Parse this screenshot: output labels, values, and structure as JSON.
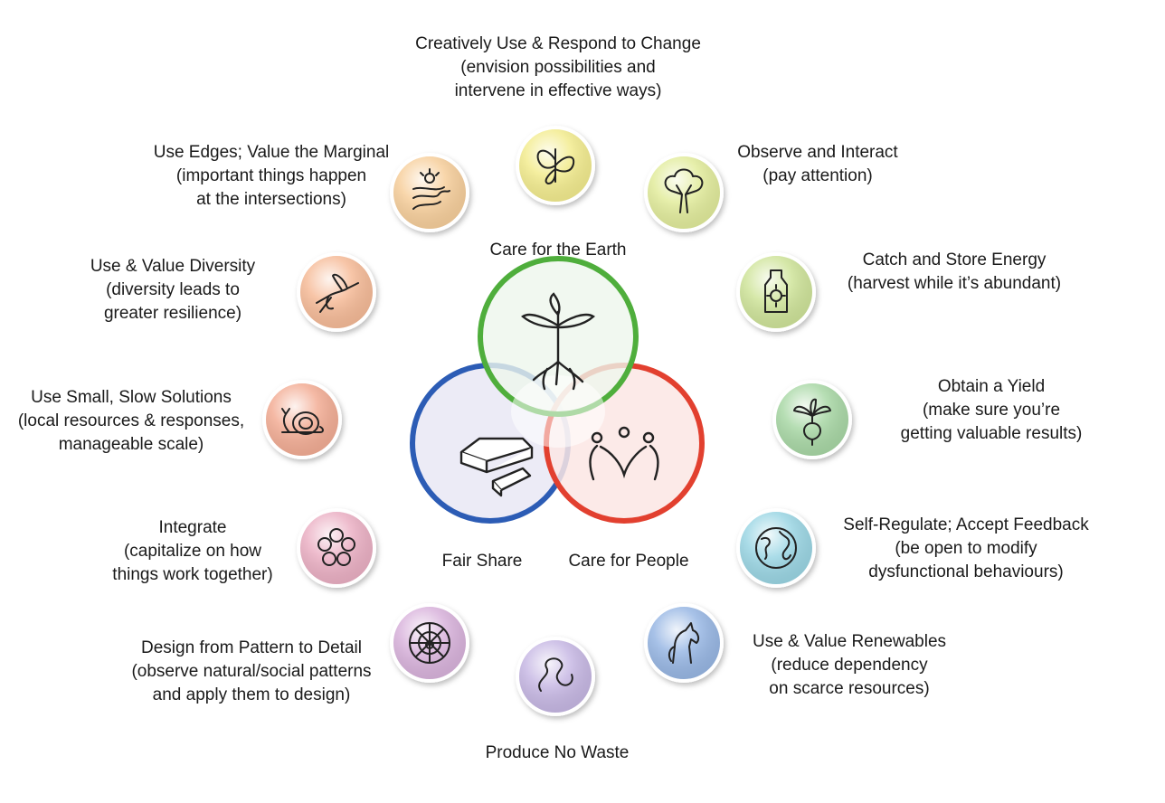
{
  "ethics": {
    "earth": {
      "label": "Care for the Earth",
      "color": "#4fae3c",
      "icon": "sprouting-tree-icon"
    },
    "share": {
      "label": "Fair Share",
      "color": "#2c5cb5",
      "icon": "cake-slice-icon"
    },
    "people": {
      "label": "Care for People",
      "color": "#e2402f",
      "icon": "people-icon"
    }
  },
  "principles": [
    {
      "id": "respond-change",
      "title": "Creatively Use & Respond to Change",
      "lines": [
        "(envision possibilities and",
        "intervene in effective ways)"
      ],
      "color": "#f3ec8f",
      "icon": "butterfly-icon"
    },
    {
      "id": "observe-interact",
      "title": "Observe and Interact",
      "lines": [
        "(pay attention)"
      ],
      "color": "#e2ec9c",
      "icon": "tree-icon"
    },
    {
      "id": "catch-energy",
      "title": "Catch and Store Energy",
      "lines": [
        "(harvest while it’s abundant)"
      ],
      "color": "#cfe49a",
      "icon": "jar-sun-icon"
    },
    {
      "id": "obtain-yield",
      "title": "Obtain a Yield",
      "lines": [
        "(make sure you’re",
        "getting valuable results)"
      ],
      "color": "#a9d8a6",
      "icon": "beet-icon"
    },
    {
      "id": "self-regulate",
      "title": "Self-Regulate; Accept Feedback",
      "lines": [
        "(be open to modify",
        "dysfunctional behaviours)"
      ],
      "color": "#9bd6e4",
      "icon": "globe-icon"
    },
    {
      "id": "renewables",
      "title": "Use & Value Renewables",
      "lines": [
        "(reduce dependency",
        "on scarce resources)"
      ],
      "color": "#98b7e4",
      "icon": "horse-icon"
    },
    {
      "id": "no-waste",
      "title": "Produce No Waste",
      "lines": [],
      "color": "#c7b8e4",
      "icon": "worm-icon"
    },
    {
      "id": "pattern-detail",
      "title": "Design from Pattern to Detail",
      "lines": [
        "(observe natural/social patterns",
        "and apply them to design)"
      ],
      "color": "#d9b3dc",
      "icon": "spiderweb-icon"
    },
    {
      "id": "integrate",
      "title": "Integrate",
      "lines": [
        "(capitalize on how",
        "things work together)"
      ],
      "color": "#ebb0c4",
      "icon": "flower-circle-icon"
    },
    {
      "id": "small-slow",
      "title": "Use Small, Slow Solutions",
      "lines": [
        "(local resources & responses,",
        "manageable scale)"
      ],
      "color": "#f3ad95",
      "icon": "snail-icon"
    },
    {
      "id": "diversity",
      "title": "Use & Value Diversity",
      "lines": [
        "(diversity leads to",
        "greater resilience)"
      ],
      "color": "#f6bb98",
      "icon": "hummingbird-icon"
    },
    {
      "id": "edges",
      "title": "Use Edges; Value the Marginal",
      "lines": [
        "(important things happen",
        "at the intersections)"
      ],
      "color": "#f7cf9c",
      "icon": "river-sun-icon"
    }
  ]
}
